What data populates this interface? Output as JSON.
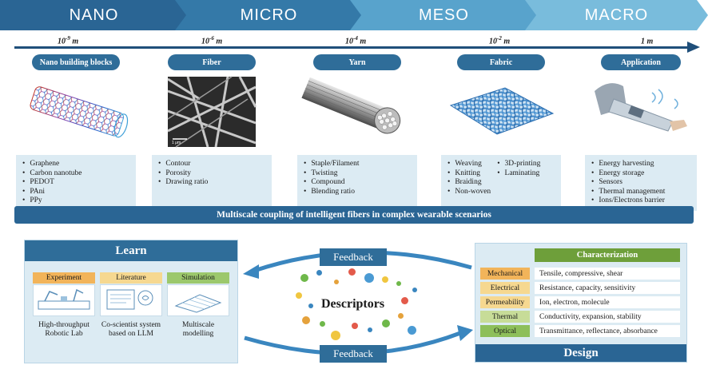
{
  "scales": [
    {
      "label": "NANO",
      "color": "#2a6594"
    },
    {
      "label": "MICRO",
      "color": "#3479a8"
    },
    {
      "label": "MESO",
      "color": "#58a3cc"
    },
    {
      "label": "MACRO",
      "color": "#79bcdc"
    }
  ],
  "axis": {
    "ticks": [
      {
        "base": "10",
        "exp": "-9",
        "unit": "m"
      },
      {
        "base": "10",
        "exp": "-6",
        "unit": "m"
      },
      {
        "base": "10",
        "exp": "-4",
        "unit": "m"
      },
      {
        "base": "10",
        "exp": "-2",
        "unit": "m"
      },
      {
        "base": "1",
        "exp": "",
        "unit": "m"
      }
    ]
  },
  "columns": [
    {
      "title": "Nano building blocks",
      "items": [
        "Graphene",
        "Carbon nanotube",
        "PEDOT",
        "PAni",
        "PPy"
      ]
    },
    {
      "title": "Fiber",
      "items": [
        "Contour",
        "Porosity",
        "Drawing ratio"
      ]
    },
    {
      "title": "Yarn",
      "items": [
        "Staple/Filament",
        "Twisting",
        "Compound",
        "Blending ratio"
      ]
    },
    {
      "title": "Fabric",
      "items_left": [
        "Weaving",
        "Knitting",
        "Braiding",
        "Non-woven"
      ],
      "items_right": [
        "3D-printing",
        "Laminating"
      ]
    },
    {
      "title": "Application",
      "items": [
        "Energy harvesting",
        "Energy storage",
        "Sensors",
        "Thermal management",
        "Ions/Electrons barrier"
      ]
    }
  ],
  "fiber_scale_text": "1 μm",
  "banner": "Multiscale coupling of intelligent fibers in complex wearable scenarios",
  "learn": {
    "title": "Learn",
    "cards": [
      {
        "label": "Experiment",
        "label_color": "#f2b45a",
        "text": "High-throughput Robotic Lab"
      },
      {
        "label": "Literature",
        "label_color": "#f6d890",
        "text": "Co-scientist system based on LLM"
      },
      {
        "label": "Simulation",
        "label_color": "#9cc86c",
        "text": "Multiscale modelling"
      }
    ]
  },
  "center": {
    "feedback_top": "Feedback",
    "feedback_bottom": "Feedback",
    "descriptors": "Descriptors"
  },
  "design": {
    "characterization": "Characterization",
    "rows": [
      {
        "prop": "Mechanical",
        "color": "#f2b45a",
        "desc": "Tensile, compressive, shear"
      },
      {
        "prop": "Electrical",
        "color": "#f6d890",
        "desc": "Resistance, capacity, sensitivity"
      },
      {
        "prop": "Permeability",
        "color": "#f6d890",
        "desc": "Ion, electron, molecule"
      },
      {
        "prop": "Thermal",
        "color": "#c7dc98",
        "desc": "Conductivity, expansion, stability"
      },
      {
        "prop": "Optical",
        "color": "#8dbf5a",
        "desc": "Transmittance, reflectance, absorbance"
      }
    ],
    "title": "Design"
  }
}
